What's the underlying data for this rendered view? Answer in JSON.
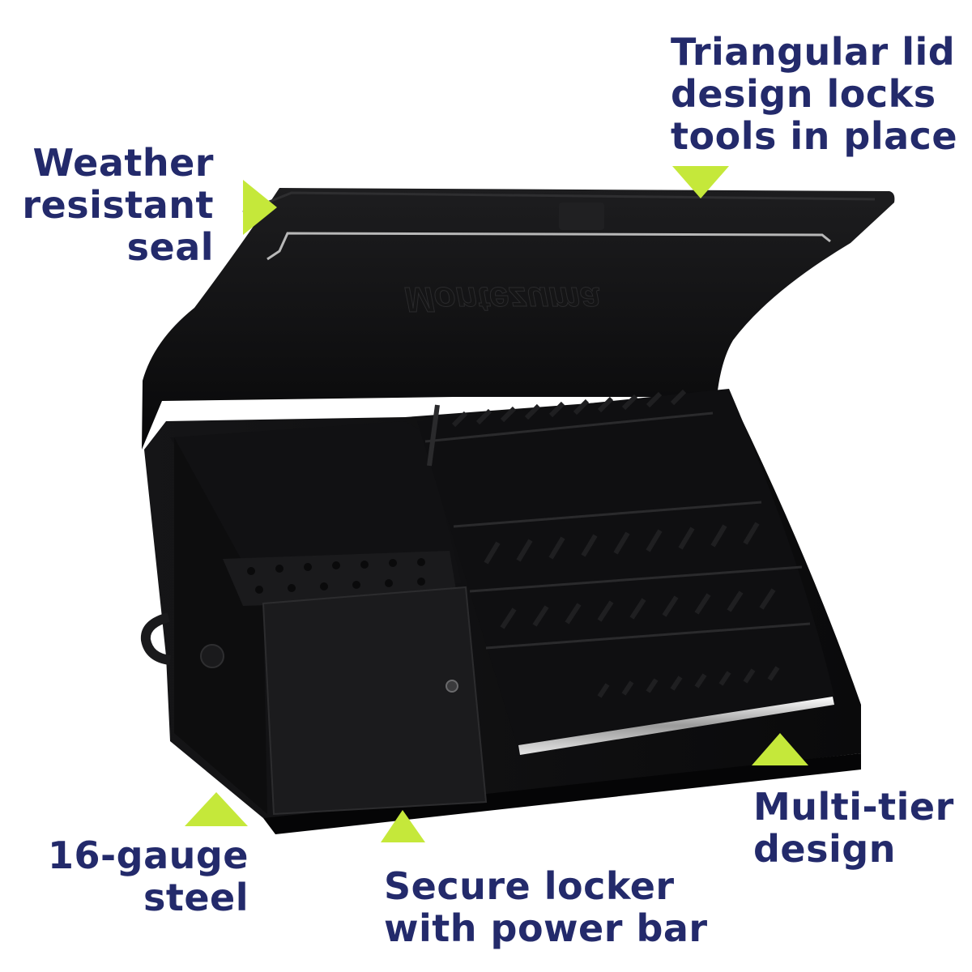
{
  "accent_color": "#c5e83a",
  "text_color": "#232a6b",
  "product": {
    "brand_emboss": "Montezuma",
    "color": "#0b0b0c"
  },
  "callouts": {
    "lid": {
      "lines": [
        "Triangular lid",
        "design locks",
        "tools in place"
      ]
    },
    "seal": {
      "lines": [
        "Weather",
        "resistant",
        "seal"
      ]
    },
    "gauge": {
      "lines": [
        "16-gauge",
        "steel"
      ]
    },
    "locker": {
      "lines": [
        "Secure locker",
        "with power bar"
      ]
    },
    "tier": {
      "lines": [
        "Multi-tier",
        "design"
      ]
    }
  }
}
